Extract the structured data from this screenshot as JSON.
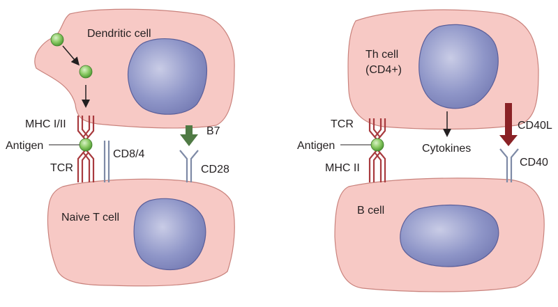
{
  "left_panel": {
    "dendritic_cell": "Dendritic cell",
    "naive_t_cell": "Naive T cell",
    "mhc": "MHC I/II",
    "antigen": "Antigen",
    "tcr": "TCR",
    "cd8_4": "CD8/4",
    "b7": "B7",
    "cd28": "CD28"
  },
  "right_panel": {
    "th_cell_line1": "Th cell",
    "th_cell_line2": "(CD4+)",
    "b_cell": "B cell",
    "tcr": "TCR",
    "antigen": "Antigen",
    "mhc_ii": "MHC II",
    "cytokines": "Cytokines",
    "cd40l": "CD40L",
    "cd40": "CD40"
  },
  "colors": {
    "cell_fill": "#f7c9c5",
    "cell_stroke": "#c9827c",
    "nucleus_fill": "#8f96c8",
    "nucleus_stroke": "#5a5f9a",
    "receptor_red": "#a83a3e",
    "receptor_gray": "#7e8aa6",
    "antigen_green": "#7cc05a",
    "b7_green": "#4f7a44",
    "cd40l_red": "#8a2226"
  }
}
